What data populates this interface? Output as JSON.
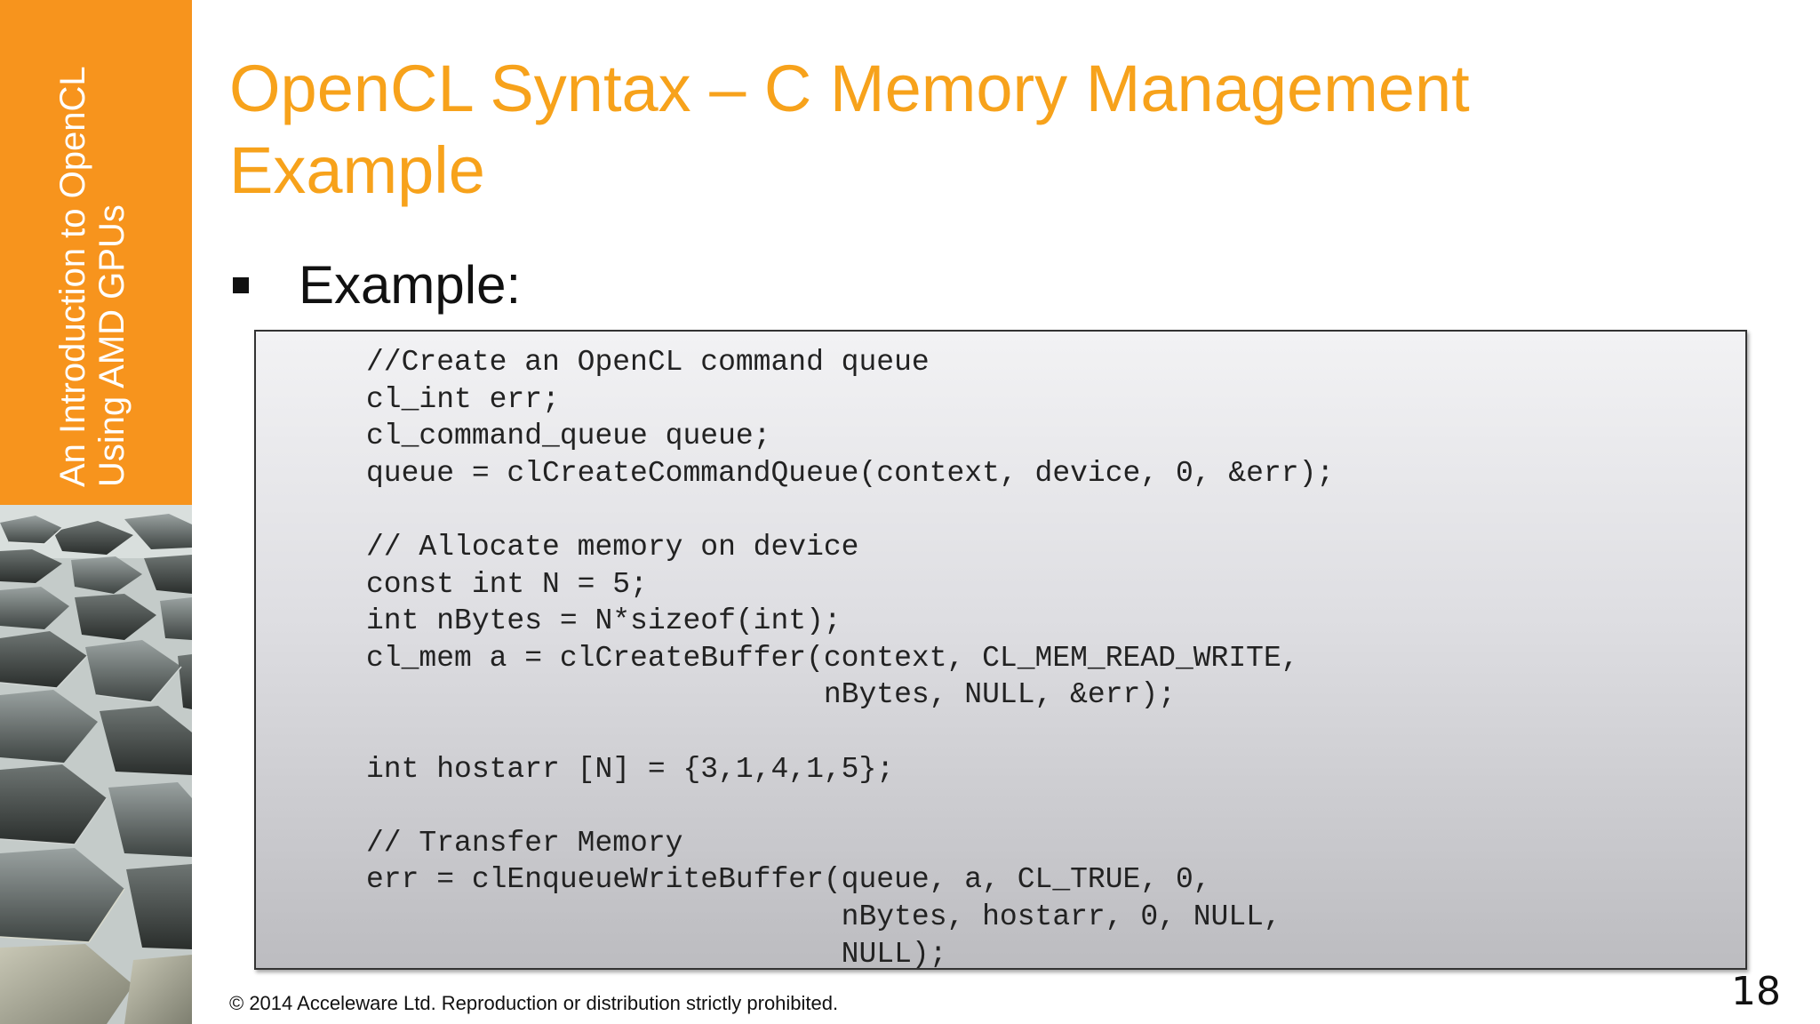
{
  "sidebar": {
    "title_line1": "An Introduction to OpenCL",
    "title_line2": "Using AMD GPUs",
    "color": "#f7941d"
  },
  "title": {
    "line1": "OpenCL Syntax – C Memory Management",
    "line2": "Example",
    "color": "#f7a21b"
  },
  "bullet": {
    "text": "Example:"
  },
  "code": {
    "text": "//Create an OpenCL command queue\ncl_int err;\ncl_command_queue queue;\nqueue = clCreateCommandQueue(context, device, 0, &err);\n\n// Allocate memory on device\nconst int N = 5;\nint nBytes = N*sizeof(int);\ncl_mem a = clCreateBuffer(context, CL_MEM_READ_WRITE,\n                          nBytes, NULL, &err);\n\nint hostarr [N] = {3,1,4,1,5};\n\n// Transfer Memory\nerr = clEnqueueWriteBuffer(queue, a, CL_TRUE, 0,\n                           nBytes, hostarr, 0, NULL,\n                           NULL);"
  },
  "footer": {
    "copyright": "© 2014 Acceleware Ltd. Reproduction or distribution strictly prohibited.",
    "page_number": "18"
  }
}
